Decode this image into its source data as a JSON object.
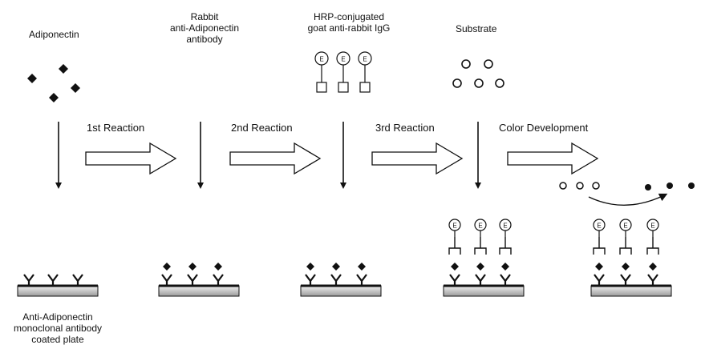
{
  "labels": {
    "adiponectin": "Adiponectin",
    "rabbit_line1": "Rabbit",
    "rabbit_line2": "anti-Adiponectin",
    "rabbit_line3": "antibody",
    "hrp_line1": "HRP-conjugated",
    "hrp_line2": "goat anti-rabbit IgG",
    "substrate": "Substrate",
    "reaction1": "1st Reaction",
    "reaction2": "2nd Reaction",
    "reaction3": "3rd Reaction",
    "color_dev": "Color Development",
    "plate_line1": "Anti-Adiponectin",
    "plate_line2": "monoclonal antibody",
    "plate_line3": "coated plate",
    "enzyme_letter": "E"
  },
  "colors": {
    "ink": "#111111",
    "plate_fill": "#cfcfcf",
    "arrow_fill": "#ffffff"
  }
}
